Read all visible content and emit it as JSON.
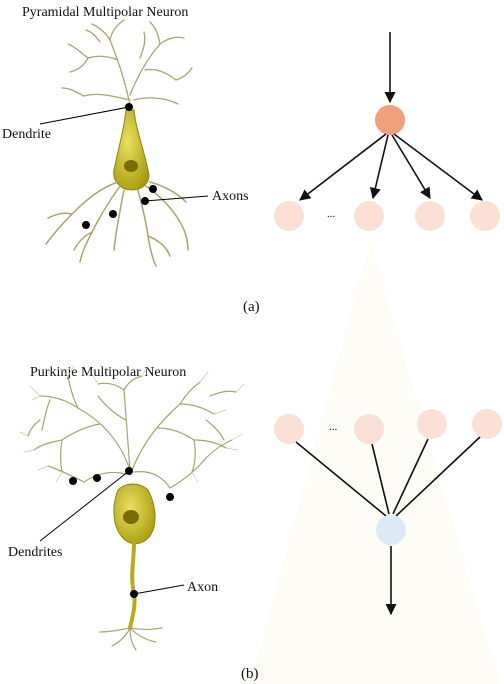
{
  "panel_a": {
    "title": "Pyramidal  Multipolar Neuron",
    "dendrite_label": "Dendrite",
    "axon_label": "Axons",
    "ellipsis": "...",
    "caption": "(a)"
  },
  "panel_b": {
    "title": "Purkinje  Multipolar Neuron",
    "dendrite_label": "Dendrites",
    "axon_label": "Axon",
    "ellipsis": "...",
    "caption": "(b)"
  },
  "colors": {
    "neuron_body": "#c9bf1a",
    "neuron_nucleus": "#8a7a06",
    "dendrite_branch": "#a8a274",
    "input_node": "#f0a07a",
    "output_node_faint": "#fbe1d5",
    "sum_node": "#dce9f6",
    "arrow": "#111111"
  }
}
